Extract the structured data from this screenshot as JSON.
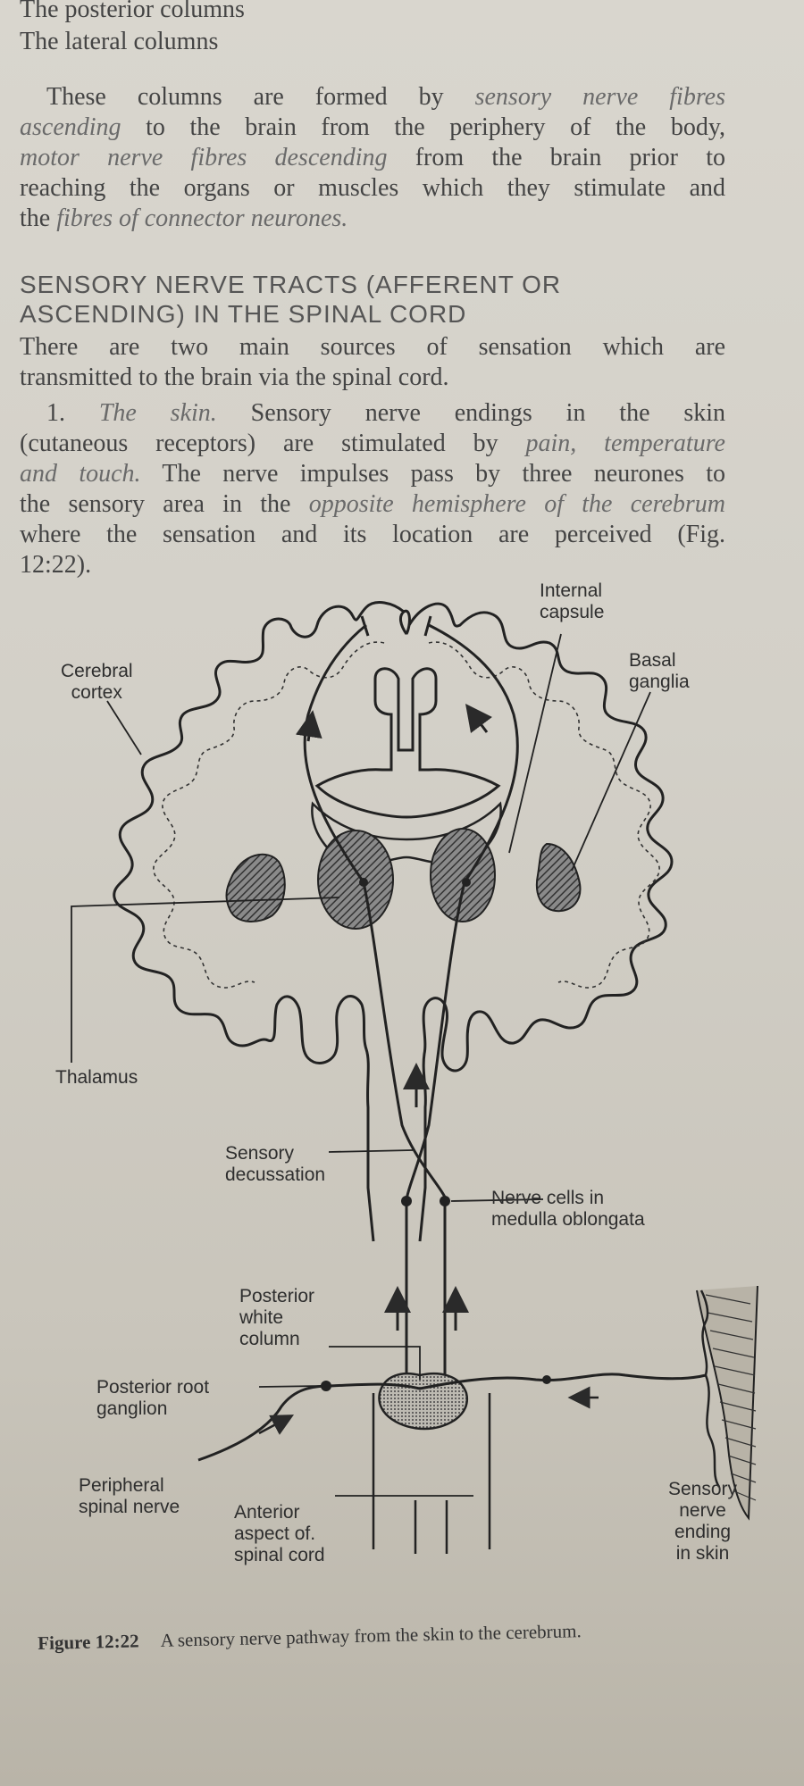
{
  "intro_lines": [
    "The posterior columns",
    "The lateral columns"
  ],
  "para1": {
    "line1": "These columns are formed by",
    "line1_em": "sensory nerve fibres",
    "line2_em": "ascending",
    "line2": "to the brain from the periphery of the body,",
    "line3_em": "motor nerve fibres descending",
    "line3": "from the brain prior to",
    "line4": "reaching the organs or muscles which they stimulate and",
    "line5a": "the",
    "line5_em": "fibres of connector neurones."
  },
  "heading": {
    "line1": "SENSORY NERVE TRACTS (AFFERENT OR",
    "line2": "ASCENDING) IN THE SPINAL CORD"
  },
  "para2": {
    "line1": "There are two main sources of sensation which are",
    "line2": "transmitted to the brain via the spinal cord."
  },
  "para3": {
    "num": "1.",
    "title_em": "The skin.",
    "line1": "Sensory nerve endings in the skin",
    "line2a": "(cutaneous receptors) are stimulated by",
    "line2_em": "pain, temperature",
    "line3_em": "and touch.",
    "line3": "The nerve impulses pass by three neurones to",
    "line4a": "the sensory area in the",
    "line4_em": "opposite hemisphere of the cerebrum",
    "line5": "where the sensation and its location are perceived (Fig.",
    "line6": "12:22)."
  },
  "labels": {
    "internal_capsule": "Internal\ncapsule",
    "cerebral_cortex": "Cerebral\ncortex",
    "basal_ganglia": "Basal\nganglia",
    "thalamus": "Thalamus",
    "sensory_decussation": "Sensory\ndecussation",
    "nerve_cells": "Nerve cells in\nmedulla oblongata",
    "posterior_white_column": "Posterior\nwhite\ncolumn",
    "posterior_root_ganglion": "Posterior root\nganglion",
    "peripheral_spinal_nerve": "Peripheral\nspinal nerve",
    "anterior_aspect": "Anterior\naspect of.\nspinal cord",
    "sensory_nerve_ending": "Sensory\nnerve\nending\nin skin"
  },
  "caption": {
    "label": "Figure 12:22",
    "text": "A sensory nerve pathway from the skin to the cerebrum."
  }
}
